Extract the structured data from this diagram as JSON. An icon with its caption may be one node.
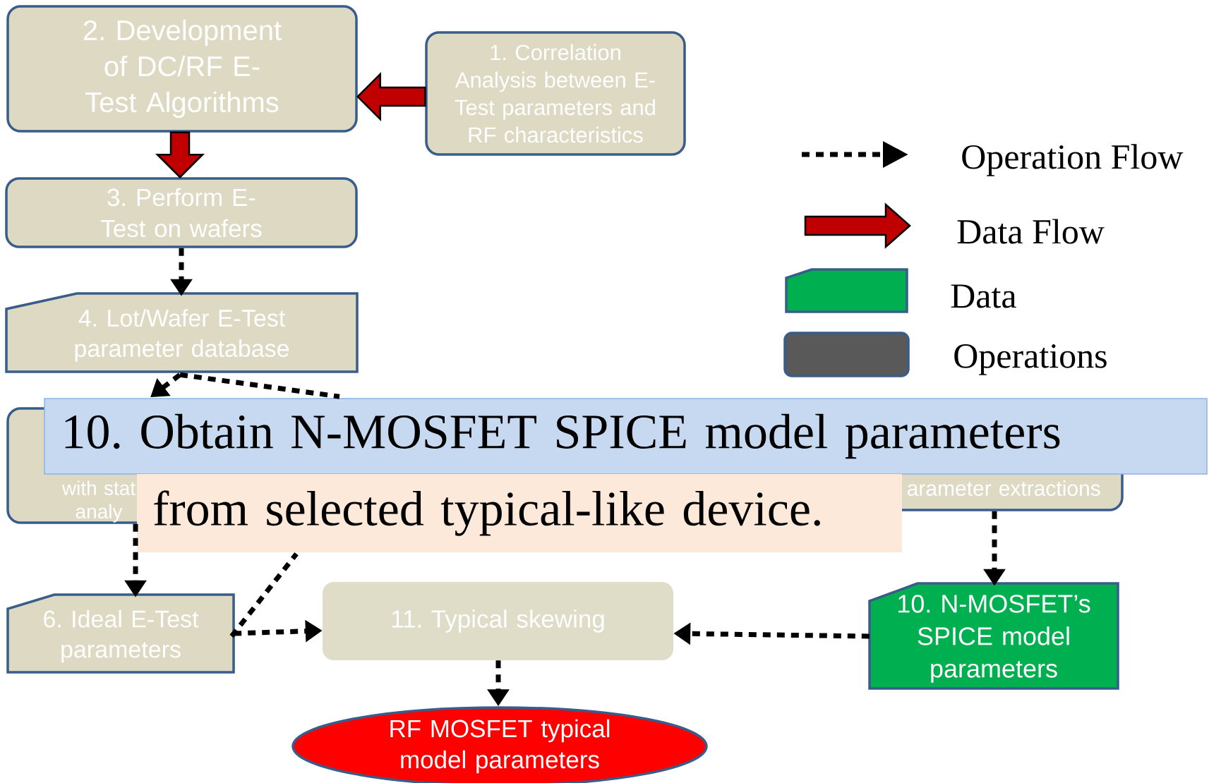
{
  "diagram": {
    "nodes": [
      {
        "text": [
          "2. Development of DC/RF E-Test Algorithms"
        ]
      },
      {
        "text": [
          "1. Correlation Analysis between E-Test parameters and RF characteristics"
        ]
      },
      {
        "text": [
          "3. Perform E-Test  on wafers"
        ]
      },
      {
        "text": [
          "4. Lot/Wafer E-Test parameter database"
        ]
      },
      {
        "text": [
          "with stat analy"
        ]
      },
      {
        "text": [
          "arameter extractions"
        ]
      },
      {
        "text": [
          "6. Ideal E-Test parameters"
        ]
      },
      {
        "text": [
          "11. Typical skewing"
        ]
      },
      {
        "text": [
          "10. N-MOSFET’s SPICE model parameters"
        ]
      },
      {
        "text": [
          "RF MOSFET typical model parameters"
        ]
      },
      {
        "text": [
          "10. Obtain N-MOSFET SPICE model parameters"
        ]
      },
      {
        "text": [
          "from  selected typical-like device."
        ]
      }
    ],
    "edges": [
      {
        "from": 1,
        "to": 0,
        "arrow": "to",
        "style": "thick",
        "color": "#c00000"
      },
      {
        "from": 0,
        "to": 2,
        "arrow": "to",
        "style": "thick",
        "color": "#c00000"
      },
      {
        "from": 2,
        "to": 3,
        "arrow": "to"
      },
      {
        "from": 3,
        "to": 4,
        "arrow": "to"
      },
      {
        "from": 3,
        "to": 10,
        "arrow": "none"
      },
      {
        "from": 4,
        "to": 6,
        "arrow": "to"
      },
      {
        "from": 6,
        "to": 11,
        "arrow": "none"
      },
      {
        "from": 6,
        "to": 7,
        "arrow": "to"
      },
      {
        "from": 5,
        "to": 8,
        "arrow": "to"
      },
      {
        "from": 8,
        "to": 7,
        "arrow": "to"
      },
      {
        "from": 7,
        "to": 9,
        "arrow": "to"
      }
    ],
    "legend": [
      {
        "text": "Operation Flow"
      },
      {
        "text": "Data Flow"
      },
      {
        "text": "Data",
        "color": "#00b050"
      },
      {
        "text": "Operations",
        "color": "#595959"
      }
    ]
  }
}
